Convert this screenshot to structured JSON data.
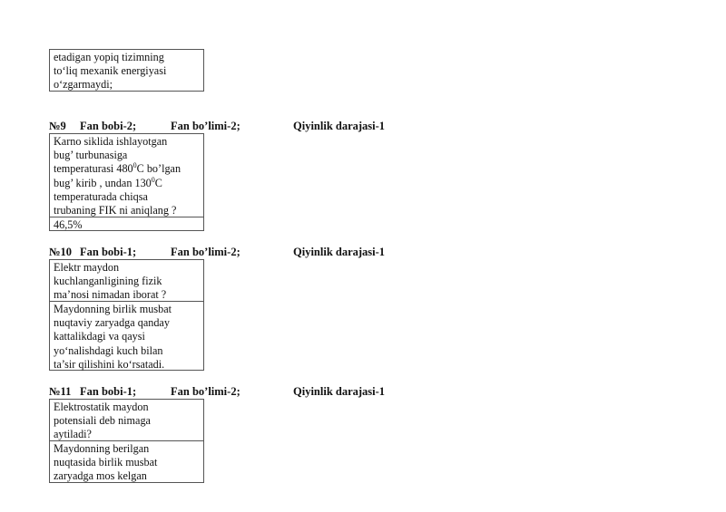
{
  "top_block": {
    "answer": "etadigan yopiq tizimning\nto‘liq mexanik  energiyasi\no‘zgarmaydi;"
  },
  "q9": {
    "number": "№9",
    "bobi": "Fan bobi-2;",
    "bolimi": "Fan bo’limi-2;",
    "daraja": "Qiyinlik darajasi-1",
    "q_line1": "Karno siklida  ishlayotgan\nbug’ turbunasiga\ntemperaturasi 480",
    "q_deg1": "0",
    "q_line2": "C bo’lgan\nbug’  kirib , undan 130",
    "q_deg2": "0",
    "q_line3": "C\ntemperaturada chiqsa\ntrubaning FIK ni aniqlang ?",
    "answer": "46,5%"
  },
  "q10": {
    "number": "№10",
    "bobi": "Fan bobi-1;",
    "bolimi": "Fan bo’limi-2;",
    "daraja": "Qiyinlik darajasi-1",
    "question": "Elektr  maydon\nkuchlanganligining fizik\nma’nosi nimadan iborat ?",
    "answer": "Maydonning birlik musbat\nnuqtaviy zaryadga qanday\nkattalikdagi va qaysi\nyo‘nalishdagi kuch bilan\nta’sir qilishini ko‘rsatadi."
  },
  "q11": {
    "number": "№11",
    "bobi": "Fan bobi-1;",
    "bolimi": "Fan bo’limi-2;",
    "daraja": "Qiyinlik darajasi-1",
    "question": "Elektrostatik maydon\npotensiali deb nimaga\naytiladi?",
    "answer": "Maydonning berilgan\nnuqtasida birlik musbat\nzaryadga mos kelgan"
  }
}
